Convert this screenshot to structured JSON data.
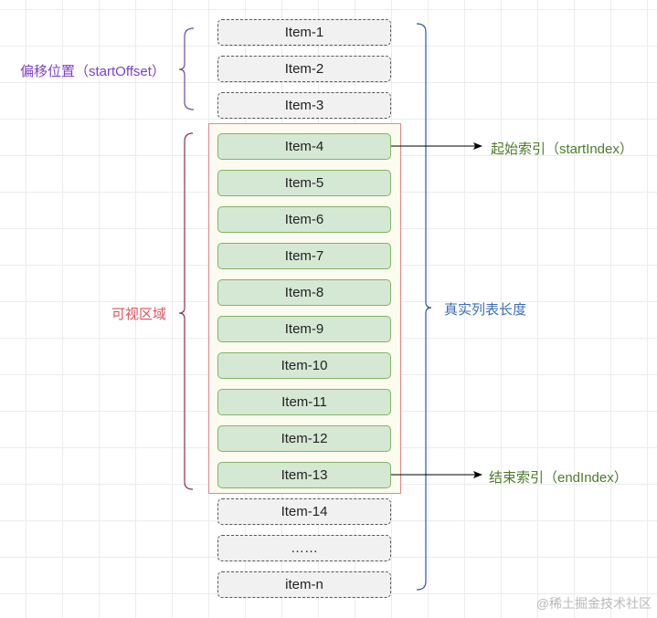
{
  "items": {
    "offset": [
      "Item-1",
      "Item-2",
      "Item-3"
    ],
    "visible": [
      "Item-4",
      "Item-5",
      "Item-6",
      "Item-7",
      "Item-8",
      "Item-9",
      "Item-10",
      "Item-11",
      "Item-12",
      "Item-13"
    ],
    "below": [
      "Item-14",
      "……",
      "item-n"
    ]
  },
  "labels": {
    "start_offset": "偏移位置（startOffset）",
    "visible_area": "可视区域",
    "start_index": "起始索引（startIndex）",
    "end_index": "结束索引（endIndex）",
    "real_list_length": "真实列表长度"
  },
  "watermark": "@稀土掘金技术社区",
  "colors": {
    "offset_label": "#7e3fc4",
    "visible_label": "#e0525a",
    "index_label": "#4d7a2a",
    "length_label": "#3a6db5",
    "offset_brace": "#6a4aa0",
    "visible_brace": "#8a3050",
    "length_brace": "#35558f",
    "visible_item_fill": "#d5e8d4",
    "visible_item_border": "#82b366",
    "offset_item_fill": "#f1f1f1",
    "viewport_fill": "#fbfbef",
    "viewport_border": "#e2878c"
  }
}
